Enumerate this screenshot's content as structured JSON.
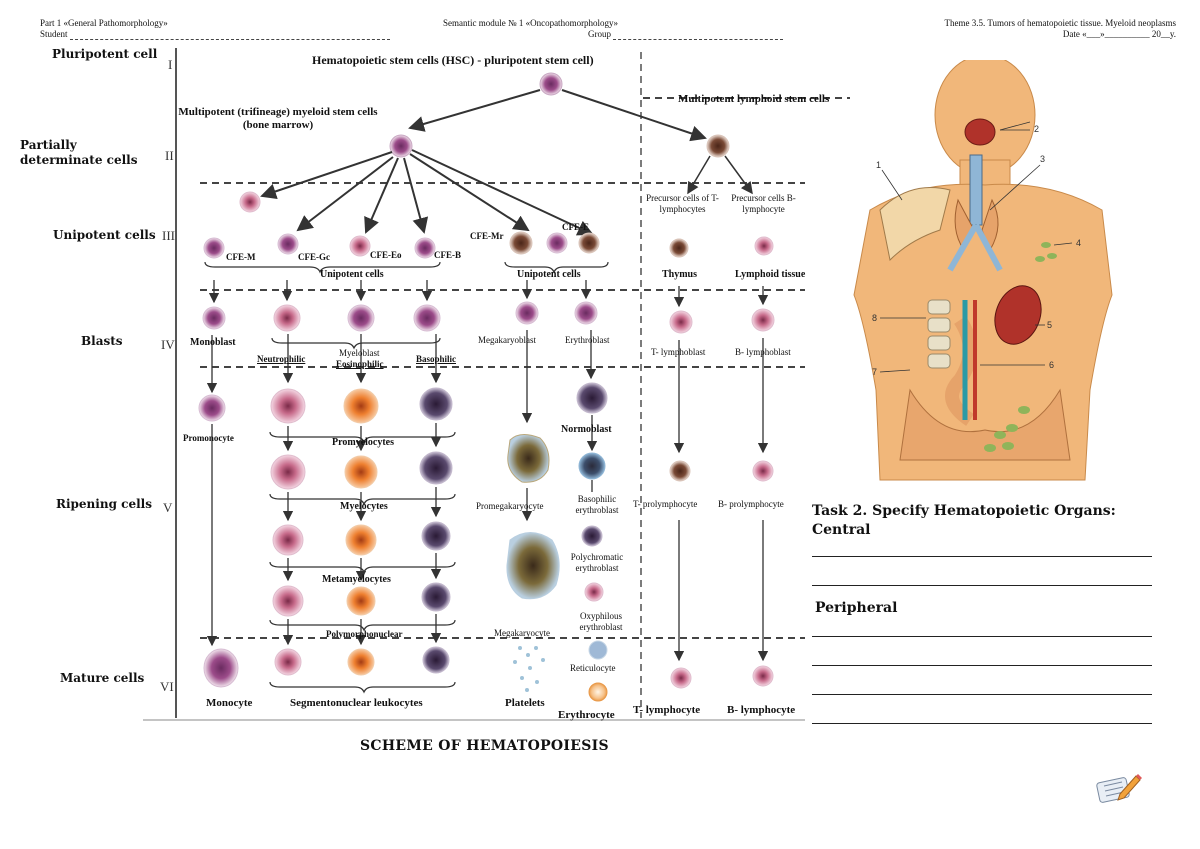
{
  "header": {
    "left_line1": "Part 1 «General Pathomorphology»",
    "left_line2": "Student",
    "center_line1": "Semantic module № 1 «Oncopathomorphology»",
    "center_line2": "Group",
    "right_line1": "Theme 3.5. Tumors of hematopoietic tissue. Myeloid neoplasms",
    "right_line2": "Date «___»__________ 20__y."
  },
  "levels": {
    "pluripotent": {
      "label": "Pluripotent cell",
      "roman": "I"
    },
    "partial": {
      "label": "Partially determinate cells",
      "roman": "II"
    },
    "unipotent": {
      "label": "Unipotent cells",
      "roman": "III"
    },
    "blasts": {
      "label": "Blasts",
      "roman": "IV"
    },
    "ripening": {
      "label": "Ripening cells",
      "roman": "V"
    },
    "mature": {
      "label": "Mature cells",
      "roman": "VI"
    }
  },
  "scheme": {
    "hsc": "Hematopoietic stem cells (HSC) - pluripotent stem cell)",
    "lymphoid_stem": "Multipotent lymphoid stem cells",
    "myeloid_stem": "Multipotent  (trifineage) myeloid stem cells (bone marrow)",
    "cfe_m": "CFE-M",
    "cfe_gc": "CFE-Gc",
    "cfe_eo": "CFE-Eo",
    "cfe_b": "CFE-B",
    "cfe_mr": "CFE-Mr",
    "cfe_e": "CFE-E",
    "unipotent_cells_1": "Unipotent cells",
    "unipotent_cells_2": "Unipotent cells",
    "precursor_t": "Precursor cells of T-lymphocytes",
    "precursor_b": "Precursor cells B-lymphocyte",
    "thymus": "Thymus",
    "lymphoid_tissue": "Lymphoid tissue",
    "monoblast": "Monoblast",
    "neutrophilic": "Neutrophilic",
    "myeloblast": "Myeloblast",
    "eosinophilic": "Eosinophilic",
    "basophilic": "Basophilic",
    "megakaryoblast": "Megakaryoblast",
    "erythroblast": "Erythroblast",
    "t_lymphoblast": "T- lymphoblast",
    "b_lymphoblast": "B- lymphoblast",
    "promonocyte": "Promonocyte",
    "promyelocytes": "Promyelocytes",
    "normoblast": "Normoblast",
    "myelocytes": "Myelocytes",
    "promegakaryocyte": "Promegakaryocyte",
    "basophilic_erythroblast": "Basophilic erythroblast",
    "t_prolymphocyte": "T- prolymphocyte",
    "b_prolymphocyte": "B- prolymphocyte",
    "polychromatic_erythroblast": "Polychromatic erythroblast",
    "metamyelocytes": "Metamyelocytes",
    "oxyphilous_erythroblast": "Oxyphilous erythroblast",
    "polymorphonuclear": "Polymorphonuclear",
    "megakaryocyte": "Megakaryocyte",
    "reticulocyte": "Reticulocyte",
    "monocyte": "Monocyte",
    "segmentonuclear": "Segmentonuclear leukocytes",
    "platelets": "Platelets",
    "erythrocyte": "Erythrocyte",
    "t_lymphocyte": "T- lymphocyte",
    "b_lymphocyte": "B- lymphocyte"
  },
  "caption": "SCHEME OF HEMATOPOIESIS",
  "body_figure": {
    "callouts": [
      "1",
      "2",
      "3",
      "4",
      "5",
      "6",
      "7",
      "8"
    ]
  },
  "task": {
    "title": "Task 2.   Specify Hematopoietic Organs:",
    "central": "Central",
    "peripheral": "Peripheral",
    "central_blanks": 2,
    "peripheral_blanks": 4
  },
  "icon": "notebook-pencil-icon",
  "colors": {
    "cell_purple": "#8a3f7a",
    "cell_pink": "#e6b7cf",
    "cell_orange": "#e8792b",
    "cell_dark": "#3a2a4a",
    "skin": "#f1b77a",
    "organ_red": "#b0322a"
  }
}
